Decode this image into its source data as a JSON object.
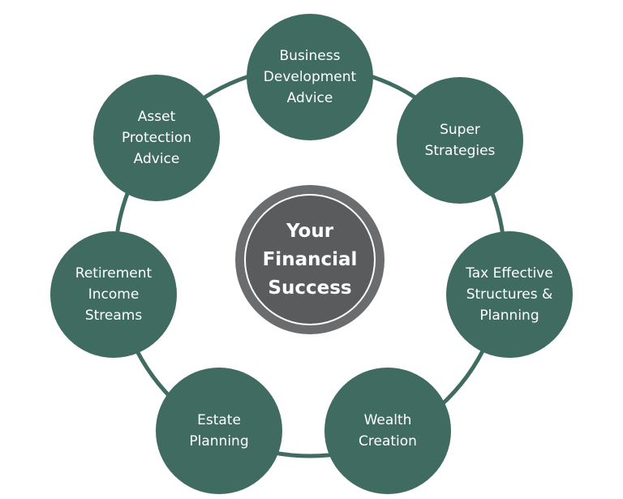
{
  "diagram": {
    "center": {
      "lines": [
        "Your",
        "Financial",
        "Success"
      ]
    },
    "nodes": [
      {
        "id": "business-development-advice",
        "lines": [
          "Business",
          "Development",
          "Advice"
        ]
      },
      {
        "id": "super-strategies",
        "lines": [
          "Super",
          "Strategies"
        ]
      },
      {
        "id": "tax-effective-structures-planning",
        "lines": [
          "Tax Effective",
          "Structures &",
          "Planning"
        ]
      },
      {
        "id": "wealth-creation",
        "lines": [
          "Wealth",
          "Creation"
        ]
      },
      {
        "id": "estate-planning",
        "lines": [
          "Estate",
          "Planning"
        ]
      },
      {
        "id": "retirement-income-streams",
        "lines": [
          "Retirement",
          "Income",
          "Streams"
        ]
      },
      {
        "id": "asset-protection-advice",
        "lines": [
          "Asset",
          "Protection",
          "Advice"
        ]
      }
    ],
    "colors": {
      "node_fill": "#3f6b60",
      "ring_stroke": "#3f6b60",
      "center_outer": "#6b6c6e",
      "center_inner": "#5a5b5d",
      "center_inner_stroke": "#ffffff",
      "text": "#ffffff"
    }
  }
}
